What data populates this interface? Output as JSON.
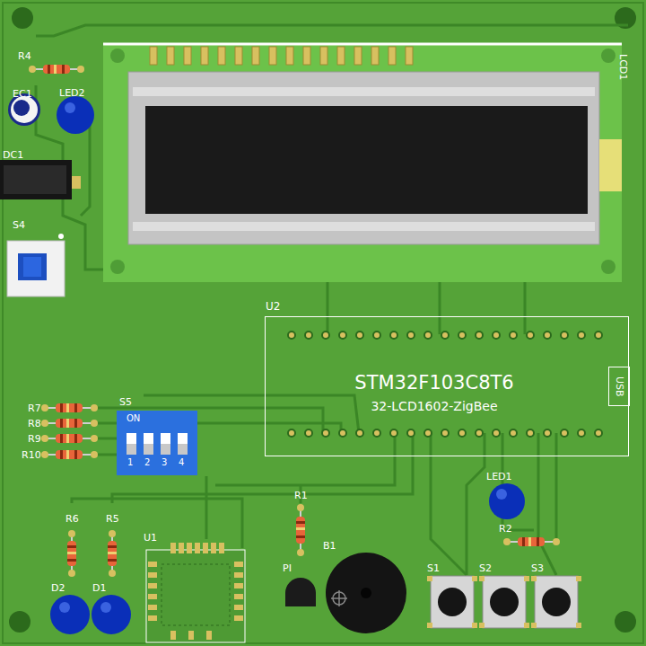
{
  "diagram": {
    "nodes": [
      {
        "text": [
          "U2",
          "STM32F103C8T6",
          "32-LCD1602-ZigBee"
        ]
      },
      {
        "text": [
          "USB"
        ],
        "in": 0
      }
    ],
    "labels": [
      "R4",
      "EC1",
      "LED2",
      "DC1",
      "S4",
      "LCD1",
      "R7",
      "R8",
      "R9",
      "R10",
      "S5",
      "ON",
      "1",
      "2",
      "3",
      "4",
      "LED1",
      "R2",
      "R1",
      "B1",
      "PI",
      "R6",
      "R5",
      "U1",
      "D2",
      "D1",
      "S1",
      "S2",
      "S3"
    ]
  }
}
